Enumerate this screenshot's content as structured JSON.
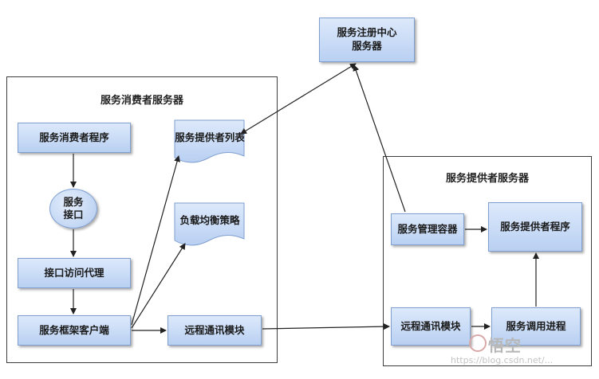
{
  "registry": {
    "label": "服务注册中心\n服务器"
  },
  "consumer_frame": {
    "title": "服务消费者服务器",
    "consumer_program": "服务消费者程序",
    "service_interface": "服务\n接口",
    "interface_proxy": "接口访问代理",
    "framework_client": "服务框架客户端",
    "provider_list": "服务提供者列表",
    "load_balance": "负载均衡策略",
    "remote_comm": "远程通讯模块"
  },
  "provider_frame": {
    "title": "服务提供者服务器",
    "service_container": "服务管理容器",
    "provider_program": "服务提供者程序",
    "remote_comm": "远程通讯模块",
    "invocation_process": "服务调用进程"
  },
  "watermark": {
    "text": "悟空",
    "url": "https://blog.csdn.net/..."
  },
  "colors": {
    "box_fill_top": "#dde9fb",
    "box_fill_bottom": "#b9d0f2",
    "box_border": "#7f9fd0",
    "frame_border": "#3c3c3c",
    "arrow": "#222222"
  }
}
